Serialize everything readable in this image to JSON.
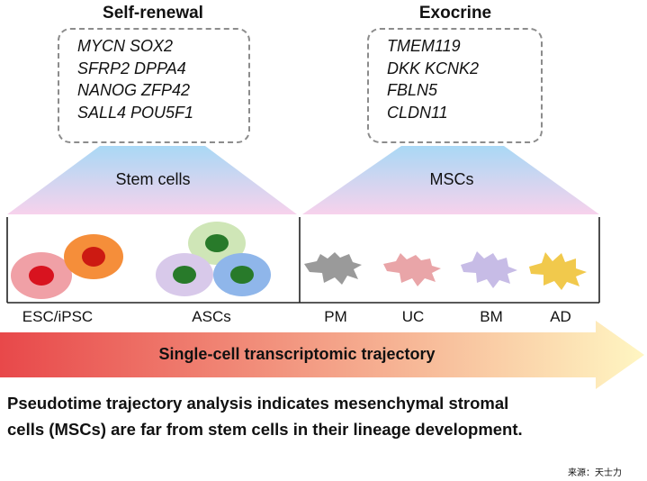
{
  "left_panel": {
    "heading": "Self-renewal",
    "genes": [
      "MYCN SOX2",
      "SFRP2 DPPA4",
      "NANOG ZFP42",
      "SALL4 POU5F1"
    ],
    "group_label": "Stem cells",
    "cell_types": [
      "ESC/iPSC",
      "ASCs"
    ]
  },
  "right_panel": {
    "heading": "Exocrine",
    "genes": [
      "TMEM119",
      "DKK KCNK2",
      "FBLN5",
      "CLDN11"
    ],
    "group_label": "MSCs",
    "cell_types": [
      "PM",
      "UC",
      "BM",
      "AD"
    ]
  },
  "arrow": {
    "label": "Single-cell transcriptomic trajectory"
  },
  "summary": {
    "line1": "Pseudotime trajectory analysis indicates mesenchymal stromal",
    "line2": "cells (MSCs) are far from stem cells in their lineage development."
  },
  "source": "来源：天士力",
  "colors": {
    "trapezoid_top": "#a9d8f5",
    "trapezoid_bottom": "#f7d2ec",
    "arrow_start": "#e8484a",
    "arrow_end": "#fff6c2",
    "esc_red_outer": "#f0a0a6",
    "esc_red_core": "#d8131f",
    "esc_orange_outer": "#f58e3a",
    "esc_orange_core": "#cc1a12",
    "asc_green_outer": "#cfe6b7",
    "asc_purple_outer": "#d8c9ea",
    "asc_blue_outer": "#8fb6ea",
    "asc_core": "#287a2a",
    "msc_pm": "#9a9a9a",
    "msc_uc": "#e9a5a8",
    "msc_bm": "#c7bce6",
    "msc_ad": "#f1c94c"
  }
}
